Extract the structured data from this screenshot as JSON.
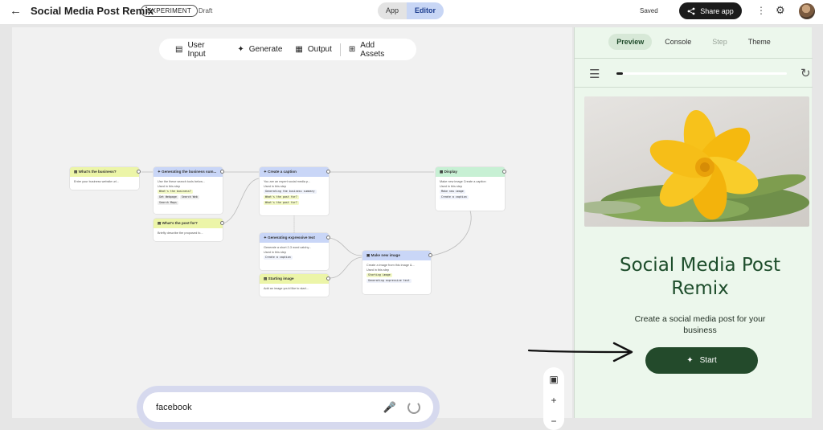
{
  "topbar": {
    "back_icon": "arrow-left-icon",
    "title": "Social Media Post Remix",
    "badge": "EXPERIMENT",
    "status": "Draft",
    "modes": [
      "App",
      "Editor"
    ],
    "saved": "Saved",
    "share_label": "Share app"
  },
  "toolbar": {
    "user_input": "User Input",
    "generate": "Generate",
    "output": "Output",
    "add_assets": "Add Assets"
  },
  "nodes": {
    "business": {
      "title": "What's the business?",
      "body": "Enter your business website url..."
    },
    "gen_summary": {
      "title": "Generating the business sum...",
      "body": "Use the these search tools below...",
      "used": "Used in this step",
      "chips": [
        "What's the business?",
        "Get Webpage",
        "Search Web",
        "Search Maps"
      ]
    },
    "post_for": {
      "title": "What's the post for?",
      "body": "Briefly describe the proposed fo..."
    },
    "caption": {
      "title": "Create a caption",
      "body": "You are an expert social media p...",
      "used": "Used in this step",
      "chips": [
        "Generating the business summary",
        "What's the post for?",
        "What's the post for?"
      ]
    },
    "display": {
      "title": "Display",
      "body": "Make new image Create a caption",
      "used": "Used in this step",
      "chips": [
        "Make new image",
        "Create a caption"
      ]
    },
    "expressive": {
      "title": "Generating expressive text",
      "body": "Generate a short 2-3 word catchy...",
      "used": "Used in this step",
      "chips": [
        "Create a caption"
      ]
    },
    "starting": {
      "title": "Starting image",
      "body": "Add an image you'd like to start..."
    },
    "make_image": {
      "title": "Make new image",
      "body": "Create a image from this image &...",
      "used": "Used in this step",
      "chips": [
        "Starting image",
        "Generating expressive text"
      ]
    }
  },
  "search": {
    "value": "facebook"
  },
  "preview": {
    "tabs": [
      "Preview",
      "Console",
      "Step",
      "Theme"
    ],
    "active_tab": "Preview",
    "progress": 0.02,
    "title": "Social Media Post Remix",
    "description": "Create a social media post for your business",
    "start_label": "Start"
  },
  "colors": {
    "accent_dark": "#234a2b",
    "title_green": "#1d4d2b",
    "panel_bg": "#ecf7ec"
  }
}
